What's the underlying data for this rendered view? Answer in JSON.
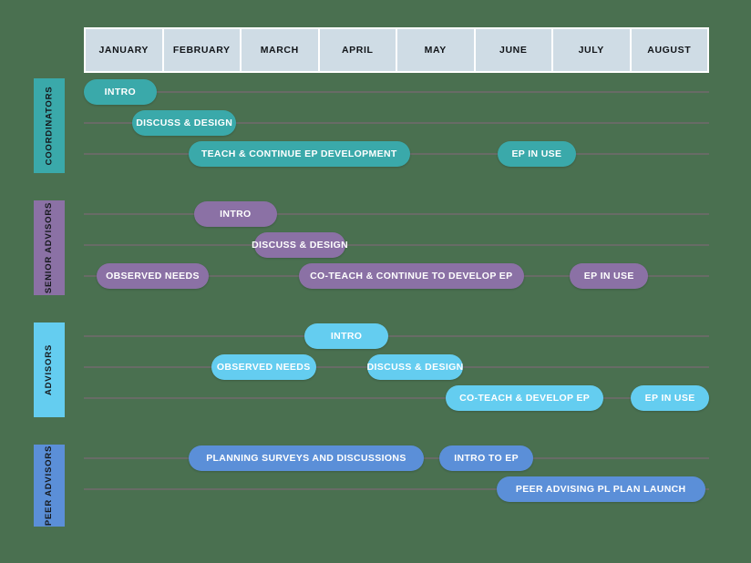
{
  "chart_data": {
    "type": "bar",
    "title": "",
    "xlabel": "",
    "ylabel": "",
    "axis": {
      "grid": false,
      "legend_position": "left-tabs",
      "x_ticks": [
        "JANUARY",
        "FEBRUARY",
        "MARCH",
        "APRIL",
        "MAY",
        "JUNE",
        "JULY",
        "AUGUST"
      ],
      "x_range": [
        0,
        8
      ],
      "x_unit": "month"
    },
    "colors": {
      "background": "#4a7050",
      "header_cell": "#cfdce5",
      "header_text": "#111418",
      "rail": "#6d6a6a",
      "coordinators": "#3aa9aa",
      "senior_advisors": "#8b71a5",
      "advisors": "#64cdf0",
      "peer_advisors": "#5b8fd8",
      "pill_text": "#ffffff"
    },
    "series": [
      {
        "name": "COORDINATORS",
        "color": "#3aa9aa",
        "lanes": [
          [
            {
              "label": "INTRO",
              "start": 0.0,
              "end": 0.93
            }
          ],
          [
            {
              "label": "DISCUSS & DESIGN",
              "start": 0.62,
              "end": 1.95
            }
          ],
          [
            {
              "label": "TEACH & CONTINUE EP DEVELOPMENT",
              "start": 1.34,
              "end": 4.17
            },
            {
              "label": "EP IN USE",
              "start": 5.29,
              "end": 6.3
            }
          ]
        ]
      },
      {
        "name": "SENIOR ADVISORS",
        "color": "#8b71a5",
        "lanes": [
          [
            {
              "label": "INTRO",
              "start": 1.41,
              "end": 2.47
            }
          ],
          [
            {
              "label": "DISCUSS & DESIGN",
              "start": 2.18,
              "end": 3.35
            }
          ],
          [
            {
              "label": "OBSERVED NEEDS",
              "start": 0.16,
              "end": 1.6
            },
            {
              "label": "CO-TEACH & CONTINUE TO DEVELOP EP",
              "start": 2.75,
              "end": 5.63
            },
            {
              "label": "EP IN USE",
              "start": 6.22,
              "end": 7.22
            }
          ]
        ]
      },
      {
        "name": "ADVISORS",
        "color": "#64cdf0",
        "lanes": [
          [
            {
              "label": "INTRO",
              "start": 2.82,
              "end": 3.9
            }
          ],
          [
            {
              "label": "OBSERVED NEEDS",
              "start": 1.63,
              "end": 2.97
            },
            {
              "label": "DISCUSS & DESIGN",
              "start": 3.63,
              "end": 4.85
            }
          ],
          [
            {
              "label": "CO-TEACH & DEVELOP EP",
              "start": 4.63,
              "end": 6.65
            },
            {
              "label": "EP IN USE",
              "start": 7.0,
              "end": 8.0
            }
          ]
        ]
      },
      {
        "name": "PEER ADVISORS",
        "color": "#5b8fd8",
        "lanes": [
          [
            {
              "label": "PLANNING SURVEYS AND DISCUSSIONS",
              "start": 1.34,
              "end": 4.35
            },
            {
              "label": "INTRO TO EP",
              "start": 4.55,
              "end": 5.75
            }
          ],
          [
            {
              "label": "PEER ADVISING PL PLAN LAUNCH",
              "start": 5.28,
              "end": 7.95
            }
          ]
        ]
      }
    ]
  }
}
